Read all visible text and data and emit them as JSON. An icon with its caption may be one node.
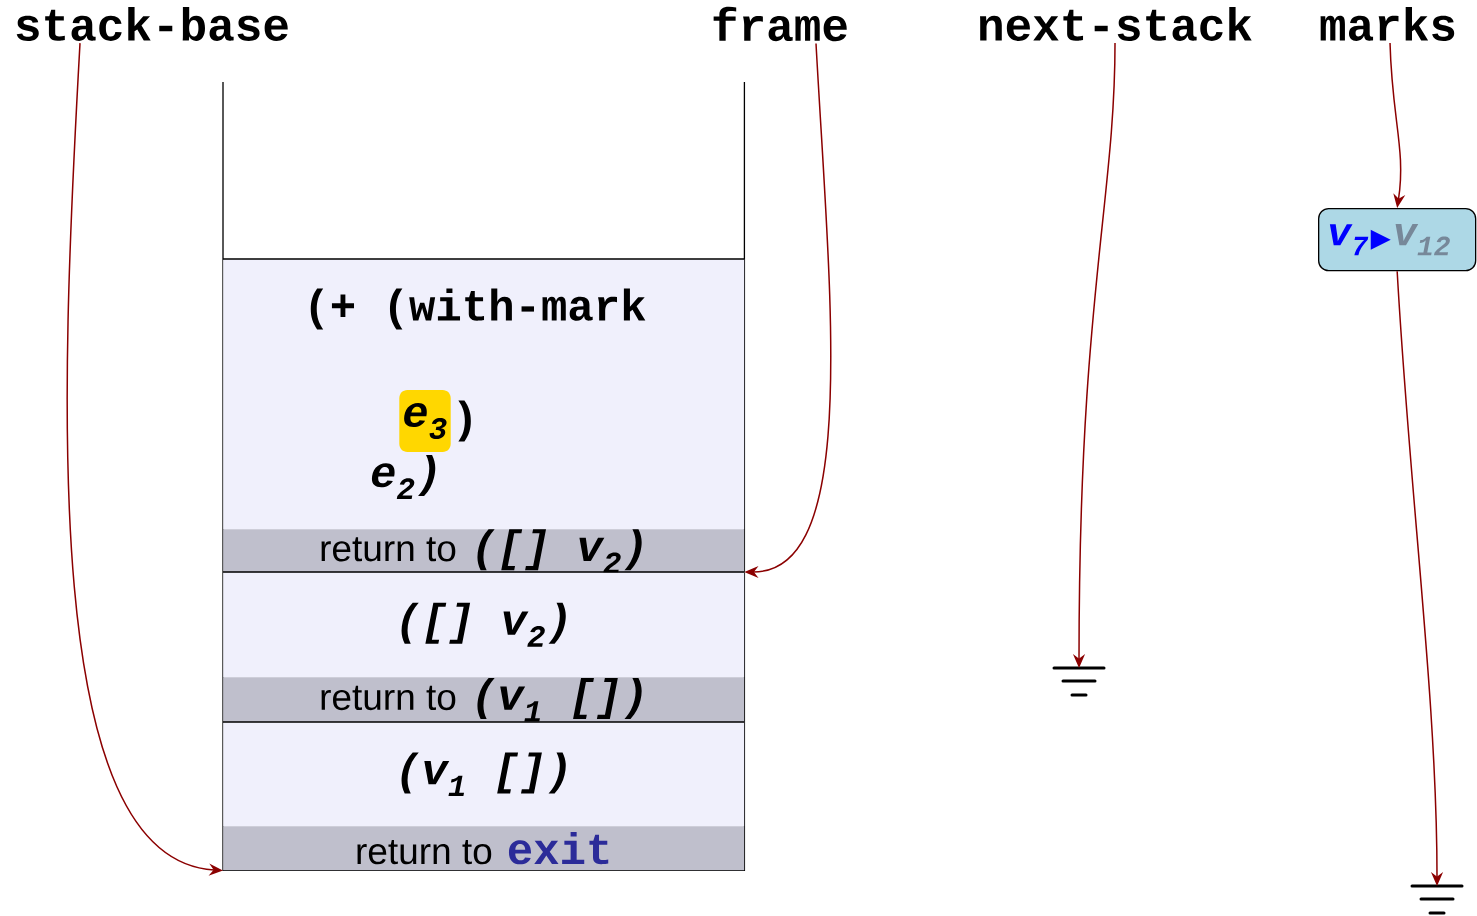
{
  "diagram": {
    "nodes": [
      {
        "text": [
          "stack-base"
        ]
      },
      {
        "text": [
          "frame"
        ]
      },
      {
        "text": [
          "next-stack"
        ]
      },
      {
        "text": [
          "marks"
        ]
      },
      {
        "text": [],
        "shape": "box"
      },
      {
        "text": [
          "(+ (with-mark",
          ")",
          "e$_{2}$)"
        ],
        "in": 4
      },
      {
        "text": [
          "e$_{3}$"
        ],
        "in": 5
      },
      {
        "text": [
          "return to",
          "([] v$_{2}$)"
        ],
        "in": 4
      },
      {
        "text": [
          "([] v$_{2}$)"
        ],
        "in": 4
      },
      {
        "text": [
          "return to",
          "(v$_{1}$ [])"
        ],
        "in": 4
      },
      {
        "text": [
          "(v$_{1}$ [])"
        ],
        "in": 4
      },
      {
        "text": [
          "return to",
          "exit"
        ],
        "in": 4
      },
      {
        "text": [],
        "shape": "ground"
      },
      {
        "text": [
          "v$_{7}$",
          "v$_{12}$"
        ]
      },
      {
        "text": [],
        "shape": "ground"
      }
    ],
    "edges": [
      {
        "from": 0,
        "to": 4,
        "arrow": "to"
      },
      {
        "from": 1,
        "to": 8,
        "arrow": "to"
      },
      {
        "from": 2,
        "to": 12,
        "arrow": "to"
      },
      {
        "from": 3,
        "to": 13,
        "arrow": "to"
      },
      {
        "from": 13,
        "to": 14,
        "arrow": "to"
      }
    ]
  }
}
